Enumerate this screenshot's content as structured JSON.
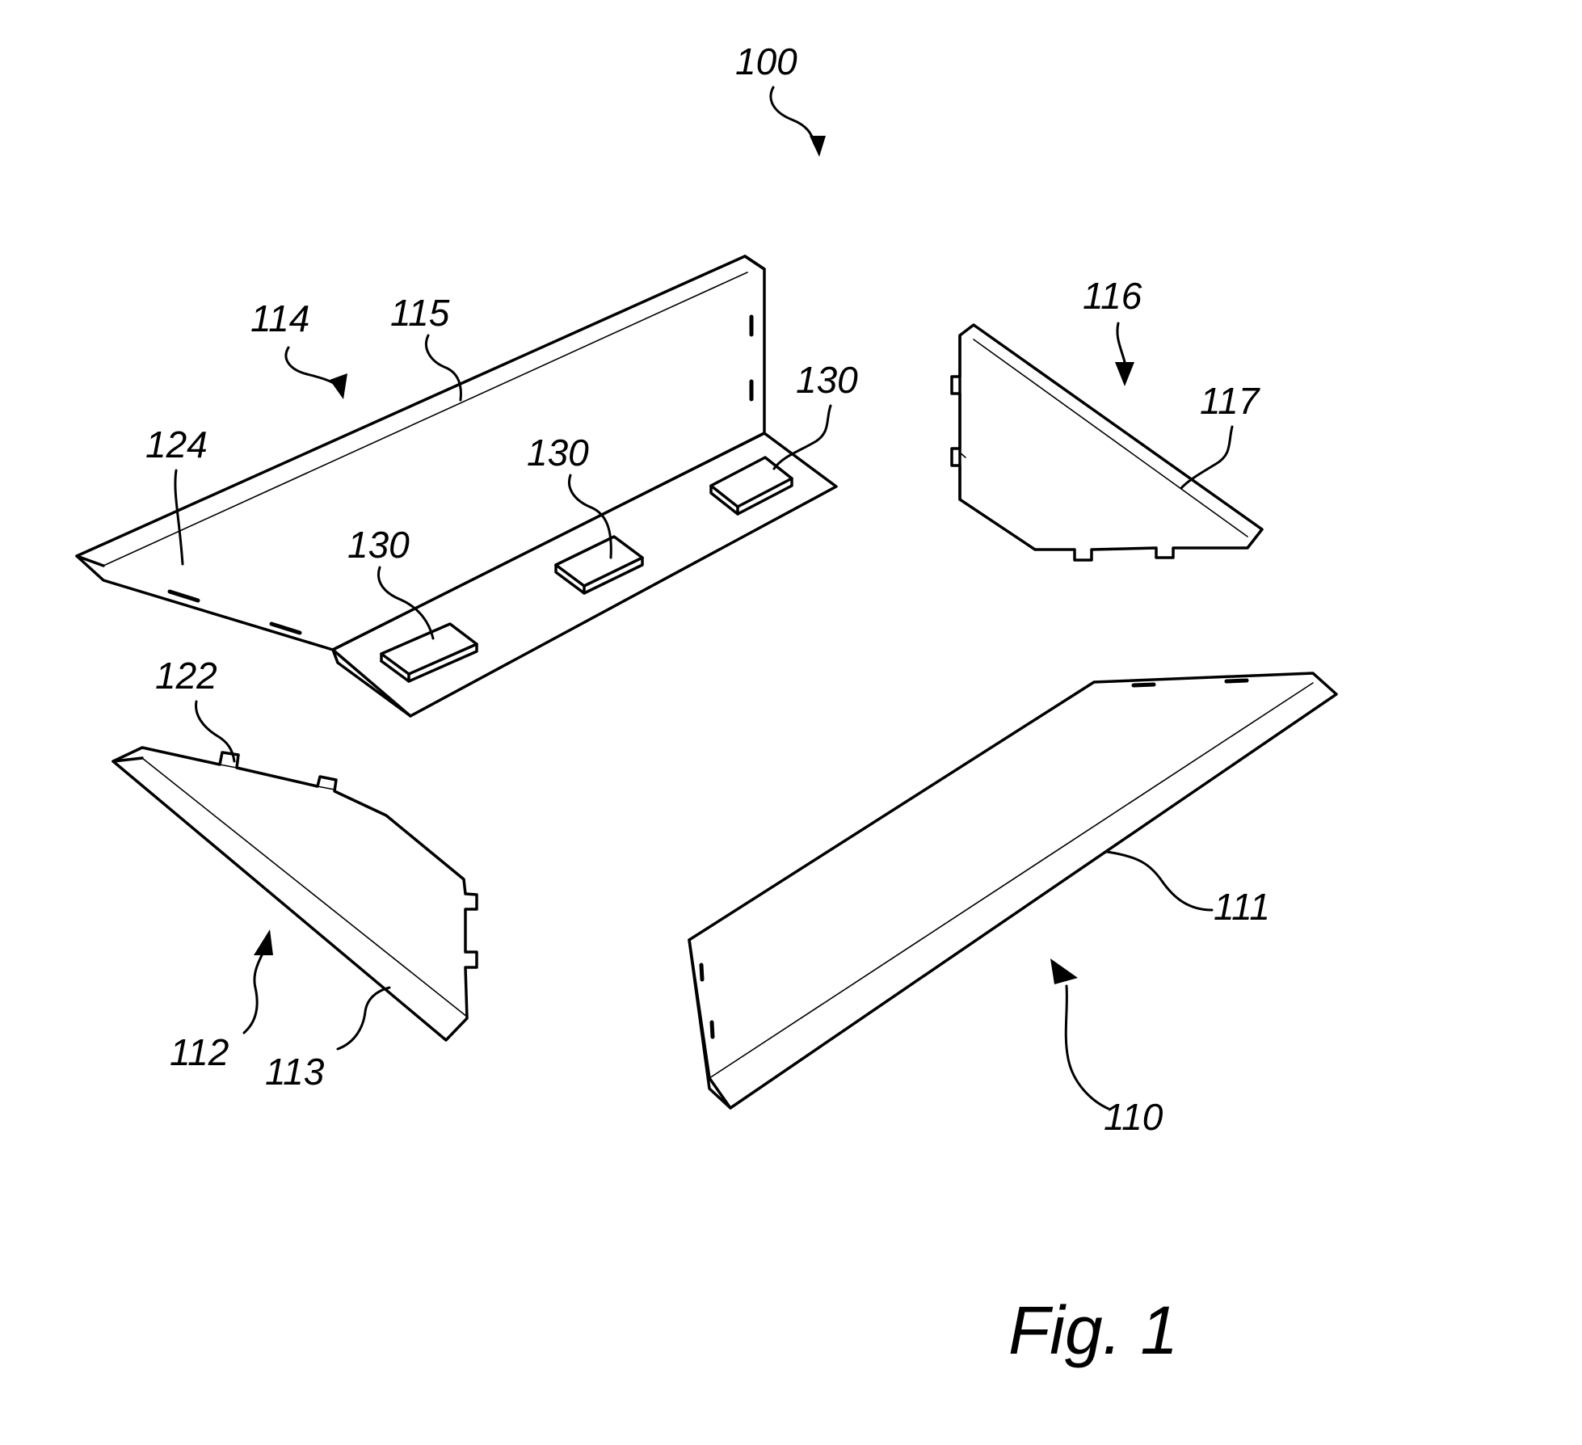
{
  "figure": {
    "caption": "Fig. 1"
  },
  "labels": {
    "assembly": "100",
    "bottom_panel": "110",
    "bottom_panel_edge": "111",
    "left_side_panel": "112",
    "left_side_panel_edge": "113",
    "back_panel": "114",
    "back_panel_edge": "115",
    "right_side_panel": "116",
    "right_side_panel_edge": "117",
    "tab": "122",
    "slot": "124",
    "pad_1": "130",
    "pad_2": "130",
    "pad_3": "130"
  }
}
